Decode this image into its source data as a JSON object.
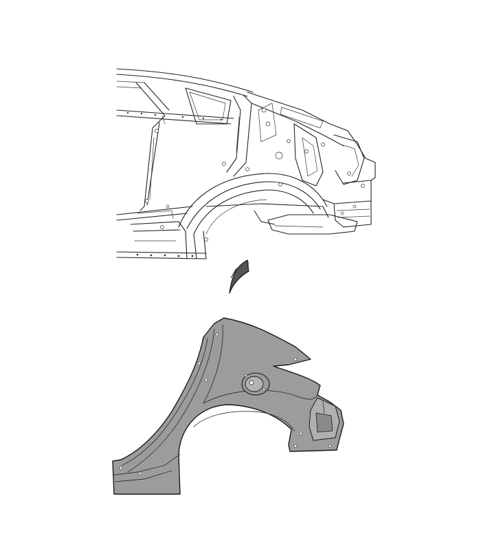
{
  "diagram": {
    "type": "exploded-parts-view",
    "parts": [
      {
        "name": "body-side-inner-structure"
      },
      {
        "name": "rear-quarter-panel"
      }
    ],
    "arrow": {
      "direction": "down",
      "icon": "curved-arrow-icon"
    },
    "colors": {
      "line": "#222222",
      "panel_fill": "#9c9c9c",
      "background": "#ffffff"
    }
  }
}
